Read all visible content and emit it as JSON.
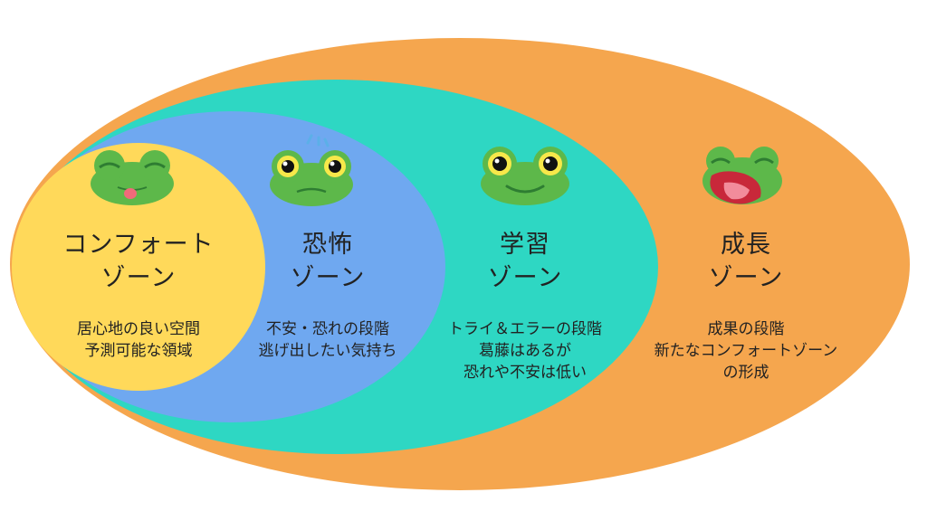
{
  "colors": {
    "growth": "#F5A64E",
    "learning": "#2ED7C3",
    "fear": "#6FA8F0",
    "comfort": "#FFD95A",
    "frog_green": "#5DB84A",
    "frog_dark": "#2E7D32"
  },
  "zones": {
    "comfort": {
      "title_lines": [
        "コンフォート",
        "ゾーン"
      ],
      "desc_lines": [
        "居心地の良い空間",
        "予測可能な領域"
      ],
      "icon": "sleeping-frog-icon"
    },
    "fear": {
      "title_lines": [
        "恐怖",
        "ゾーン"
      ],
      "desc_lines": [
        "不安・恐れの段階",
        "逃げ出したい気持ち"
      ],
      "icon": "nervous-frog-icon"
    },
    "learning": {
      "title_lines": [
        "学習",
        "ゾーン"
      ],
      "desc_lines": [
        "トライ＆エラーの段階",
        "葛藤はあるが",
        "恐れや不安は低い"
      ],
      "icon": "smiling-frog-icon"
    },
    "growth": {
      "title_lines": [
        "成長",
        "ゾーン"
      ],
      "desc_lines": [
        "成果の段階",
        "新たなコンフォートゾーン",
        "の形成"
      ],
      "icon": "laughing-frog-icon"
    }
  }
}
